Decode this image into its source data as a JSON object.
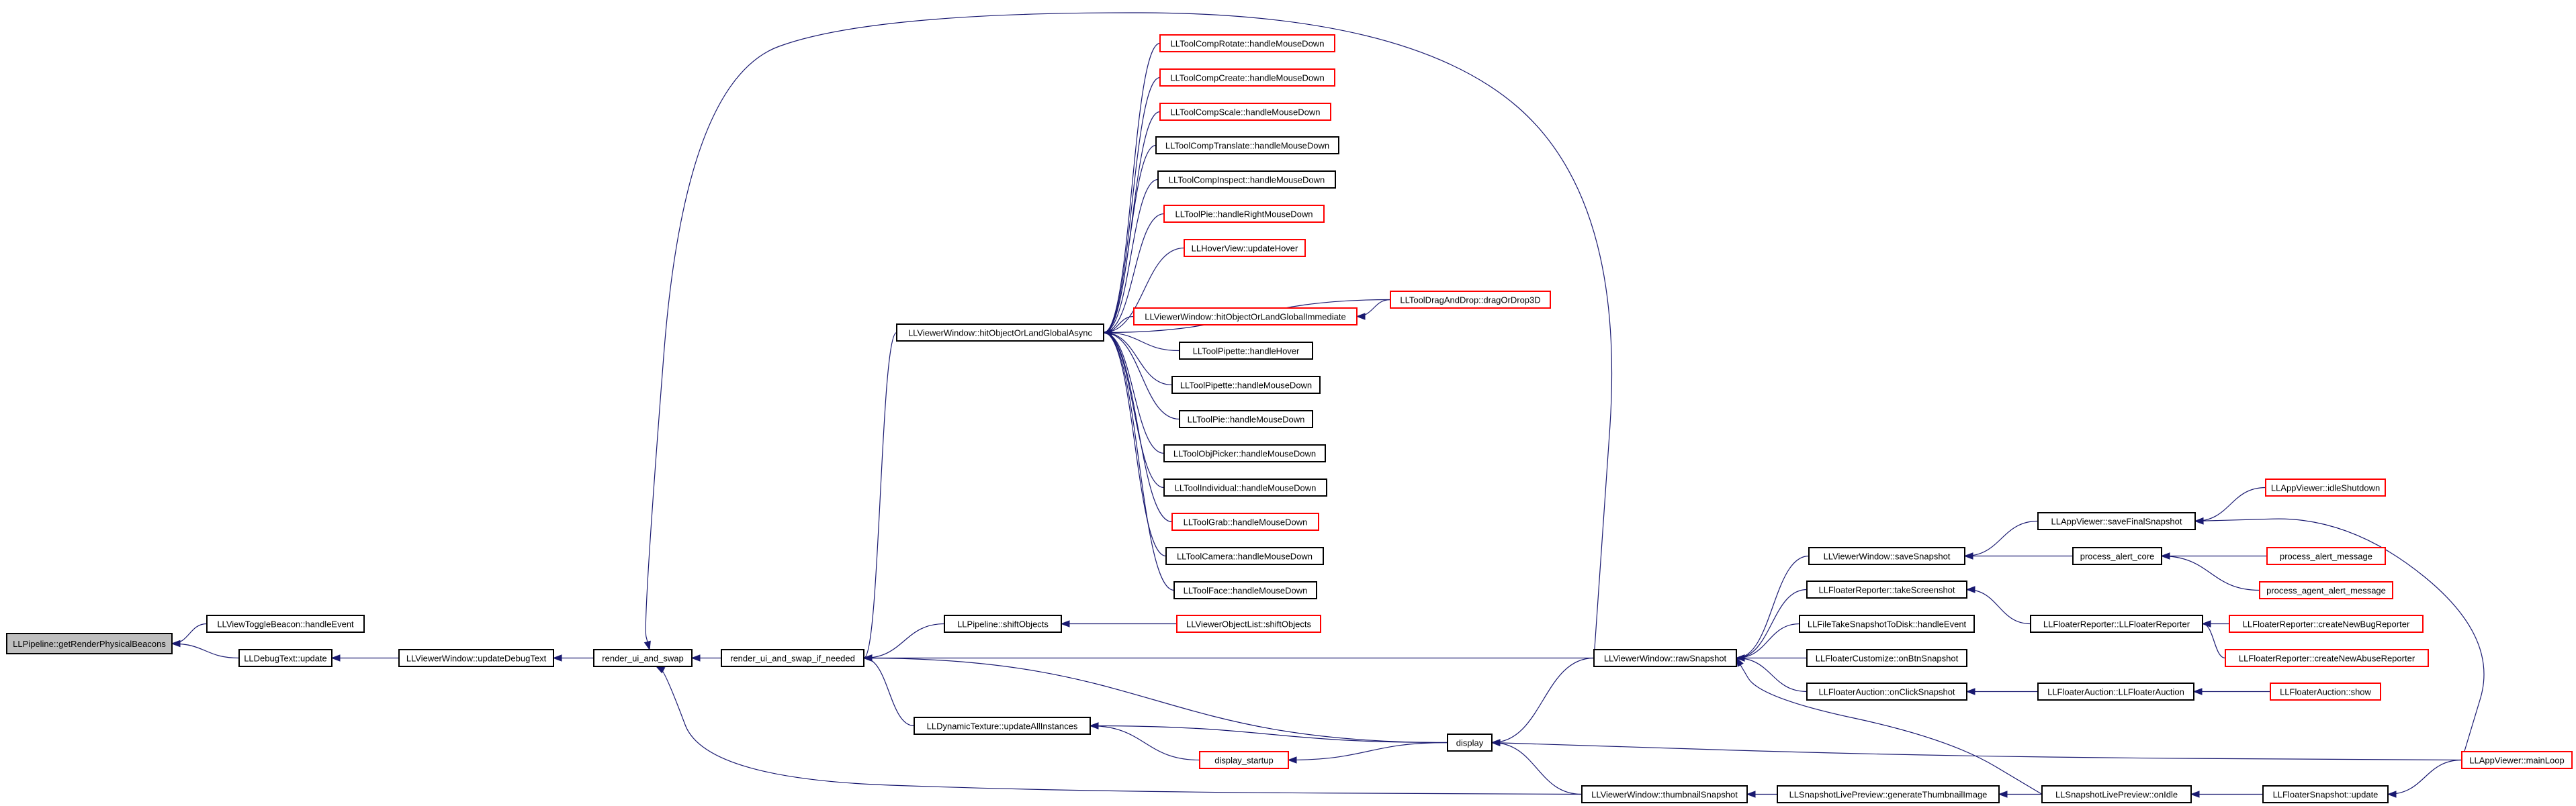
{
  "diagram": {
    "colors": {
      "edge": "#191970",
      "border_default": "#000000",
      "border_truncated": "#ff0000",
      "root_fill": "#bfbfbf",
      "node_fill": "#ffffff"
    },
    "nodes": [
      {
        "id": "root",
        "label": "LLPipeline::getRenderPhysicalBeacons",
        "style": "root"
      },
      {
        "id": "toggleBeacon",
        "label": "LLViewToggleBeacon::handleEvent",
        "style": "normal"
      },
      {
        "id": "debugText",
        "label": "LLDebugText::update",
        "style": "normal"
      },
      {
        "id": "updateDebugText",
        "label": "LLViewerWindow::updateDebugText",
        "style": "normal"
      },
      {
        "id": "renderUiSwap",
        "label": "render_ui_and_swap",
        "style": "normal"
      },
      {
        "id": "renderUiSwapIfNeeded",
        "label": "render_ui_and_swap_if_needed",
        "style": "normal"
      },
      {
        "id": "hitAsync",
        "label": "LLViewerWindow::hitObjectOrLandGlobalAsync",
        "style": "normal"
      },
      {
        "id": "shiftObjects",
        "label": "LLPipeline::shiftObjects",
        "style": "normal"
      },
      {
        "id": "dynTex",
        "label": "LLDynamicTexture::updateAllInstances",
        "style": "normal"
      },
      {
        "id": "displayStartup",
        "label": "display_startup",
        "style": "red"
      },
      {
        "id": "display",
        "label": "display",
        "style": "normal"
      },
      {
        "id": "objListShift",
        "label": "LLViewerObjectList::shiftObjects",
        "style": "red"
      },
      {
        "id": "compRotate",
        "label": "LLToolCompRotate::handleMouseDown",
        "style": "red"
      },
      {
        "id": "compCreate",
        "label": "LLToolCompCreate::handleMouseDown",
        "style": "red"
      },
      {
        "id": "compScale",
        "label": "LLToolCompScale::handleMouseDown",
        "style": "red"
      },
      {
        "id": "compTranslate",
        "label": "LLToolCompTranslate::handleMouseDown",
        "style": "normal"
      },
      {
        "id": "compInspect",
        "label": "LLToolCompInspect::handleMouseDown",
        "style": "normal"
      },
      {
        "id": "pieRight",
        "label": "LLToolPie::handleRightMouseDown",
        "style": "red"
      },
      {
        "id": "hoverView",
        "label": "LLHoverView::updateHover",
        "style": "red"
      },
      {
        "id": "hitImmediate",
        "label": "LLViewerWindow::hitObjectOrLandGlobalImmediate",
        "style": "red"
      },
      {
        "id": "dragDrop",
        "label": "LLToolDragAndDrop::dragOrDrop3D",
        "style": "red"
      },
      {
        "id": "pipetteHover",
        "label": "LLToolPipette::handleHover",
        "style": "normal"
      },
      {
        "id": "pipetteDown",
        "label": "LLToolPipette::handleMouseDown",
        "style": "normal"
      },
      {
        "id": "pieDown",
        "label": "LLToolPie::handleMouseDown",
        "style": "normal"
      },
      {
        "id": "objPicker",
        "label": "LLToolObjPicker::handleMouseDown",
        "style": "normal"
      },
      {
        "id": "individual",
        "label": "LLToolIndividual::handleMouseDown",
        "style": "normal"
      },
      {
        "id": "grab",
        "label": "LLToolGrab::handleMouseDown",
        "style": "red"
      },
      {
        "id": "camera",
        "label": "LLToolCamera::handleMouseDown",
        "style": "normal"
      },
      {
        "id": "face",
        "label": "LLToolFace::handleMouseDown",
        "style": "normal"
      },
      {
        "id": "rawSnapshot",
        "label": "LLViewerWindow::rawSnapshot",
        "style": "normal"
      },
      {
        "id": "thumbSnapshot",
        "label": "LLViewerWindow::thumbnailSnapshot",
        "style": "normal"
      },
      {
        "id": "saveSnapshot",
        "label": "LLViewerWindow::saveSnapshot",
        "style": "normal"
      },
      {
        "id": "takeScreenshot",
        "label": "LLFloaterReporter::takeScreenshot",
        "style": "normal"
      },
      {
        "id": "fileTake",
        "label": "LLFileTakeSnapshotToDisk::handleEvent",
        "style": "normal"
      },
      {
        "id": "customize",
        "label": "LLFloaterCustomize::onBtnSnapshot",
        "style": "normal"
      },
      {
        "id": "auctionClick",
        "label": "LLFloaterAuction::onClickSnapshot",
        "style": "normal"
      },
      {
        "id": "genThumb",
        "label": "LLSnapshotLivePreview::generateThumbnailImage",
        "style": "normal"
      },
      {
        "id": "onIdle",
        "label": "LLSnapshotLivePreview::onIdle",
        "style": "normal"
      },
      {
        "id": "saveFinal",
        "label": "LLAppViewer::saveFinalSnapshot",
        "style": "normal"
      },
      {
        "id": "alertCore",
        "label": "process_alert_core",
        "style": "normal"
      },
      {
        "id": "reporterCtor",
        "label": "LLFloaterReporter::LLFloaterReporter",
        "style": "normal"
      },
      {
        "id": "auctionCtor",
        "label": "LLFloaterAuction::LLFloaterAuction",
        "style": "normal"
      },
      {
        "id": "snapUpdate",
        "label": "LLFloaterSnapshot::update",
        "style": "normal"
      },
      {
        "id": "idleShutdown",
        "label": "LLAppViewer::idleShutdown",
        "style": "red"
      },
      {
        "id": "alertMsg",
        "label": "process_alert_message",
        "style": "red"
      },
      {
        "id": "agentAlert",
        "label": "process_agent_alert_message",
        "style": "red"
      },
      {
        "id": "newBug",
        "label": "LLFloaterReporter::createNewBugReporter",
        "style": "red"
      },
      {
        "id": "newAbuse",
        "label": "LLFloaterReporter::createNewAbuseReporter",
        "style": "red"
      },
      {
        "id": "auctionShow",
        "label": "LLFloaterAuction::show",
        "style": "red"
      },
      {
        "id": "mainLoop",
        "label": "LLAppViewer::mainLoop",
        "style": "red"
      }
    ],
    "edges": [
      [
        "toggleBeacon",
        "root"
      ],
      [
        "debugText",
        "root"
      ],
      [
        "updateDebugText",
        "debugText"
      ],
      [
        "renderUiSwap",
        "updateDebugText"
      ],
      [
        "renderUiSwapIfNeeded",
        "renderUiSwap"
      ],
      [
        "rawSnapshot",
        "renderUiSwap"
      ],
      [
        "thumbSnapshot",
        "renderUiSwap"
      ],
      [
        "hitAsync",
        "renderUiSwapIfNeeded"
      ],
      [
        "shiftObjects",
        "renderUiSwapIfNeeded"
      ],
      [
        "dynTex",
        "renderUiSwapIfNeeded"
      ],
      [
        "display",
        "renderUiSwapIfNeeded"
      ],
      [
        "rawSnapshot",
        "renderUiSwapIfNeeded"
      ],
      [
        "compRotate",
        "hitAsync"
      ],
      [
        "compCreate",
        "hitAsync"
      ],
      [
        "compScale",
        "hitAsync"
      ],
      [
        "compTranslate",
        "hitAsync"
      ],
      [
        "compInspect",
        "hitAsync"
      ],
      [
        "pieRight",
        "hitAsync"
      ],
      [
        "hoverView",
        "hitAsync"
      ],
      [
        "dragDrop",
        "hitAsync"
      ],
      [
        "hitImmediate",
        "hitAsync"
      ],
      [
        "pipetteHover",
        "hitAsync"
      ],
      [
        "pipetteDown",
        "hitAsync"
      ],
      [
        "pieDown",
        "hitAsync"
      ],
      [
        "objPicker",
        "hitAsync"
      ],
      [
        "individual",
        "hitAsync"
      ],
      [
        "grab",
        "hitAsync"
      ],
      [
        "camera",
        "hitAsync"
      ],
      [
        "face",
        "hitAsync"
      ],
      [
        "dragDrop",
        "hitImmediate"
      ],
      [
        "objListShift",
        "shiftObjects"
      ],
      [
        "display",
        "dynTex"
      ],
      [
        "displayStartup",
        "dynTex"
      ],
      [
        "display",
        "displayStartup"
      ],
      [
        "mainLoop",
        "display"
      ],
      [
        "rawSnapshot",
        "display"
      ],
      [
        "thumbSnapshot",
        "display"
      ],
      [
        "saveSnapshot",
        "rawSnapshot"
      ],
      [
        "takeScreenshot",
        "rawSnapshot"
      ],
      [
        "fileTake",
        "rawSnapshot"
      ],
      [
        "customize",
        "rawSnapshot"
      ],
      [
        "auctionClick",
        "rawSnapshot"
      ],
      [
        "onIdle",
        "rawSnapshot"
      ],
      [
        "genThumb",
        "thumbSnapshot"
      ],
      [
        "onIdle",
        "genThumb"
      ],
      [
        "snapUpdate",
        "onIdle"
      ],
      [
        "mainLoop",
        "snapUpdate"
      ],
      [
        "saveFinal",
        "saveSnapshot"
      ],
      [
        "alertCore",
        "saveSnapshot"
      ],
      [
        "reporterCtor",
        "takeScreenshot"
      ],
      [
        "auctionCtor",
        "auctionClick"
      ],
      [
        "idleShutdown",
        "saveFinal"
      ],
      [
        "mainLoop",
        "saveFinal"
      ],
      [
        "alertMsg",
        "alertCore"
      ],
      [
        "agentAlert",
        "alertCore"
      ],
      [
        "newBug",
        "reporterCtor"
      ],
      [
        "newAbuse",
        "reporterCtor"
      ],
      [
        "auctionShow",
        "auctionCtor"
      ]
    ]
  }
}
